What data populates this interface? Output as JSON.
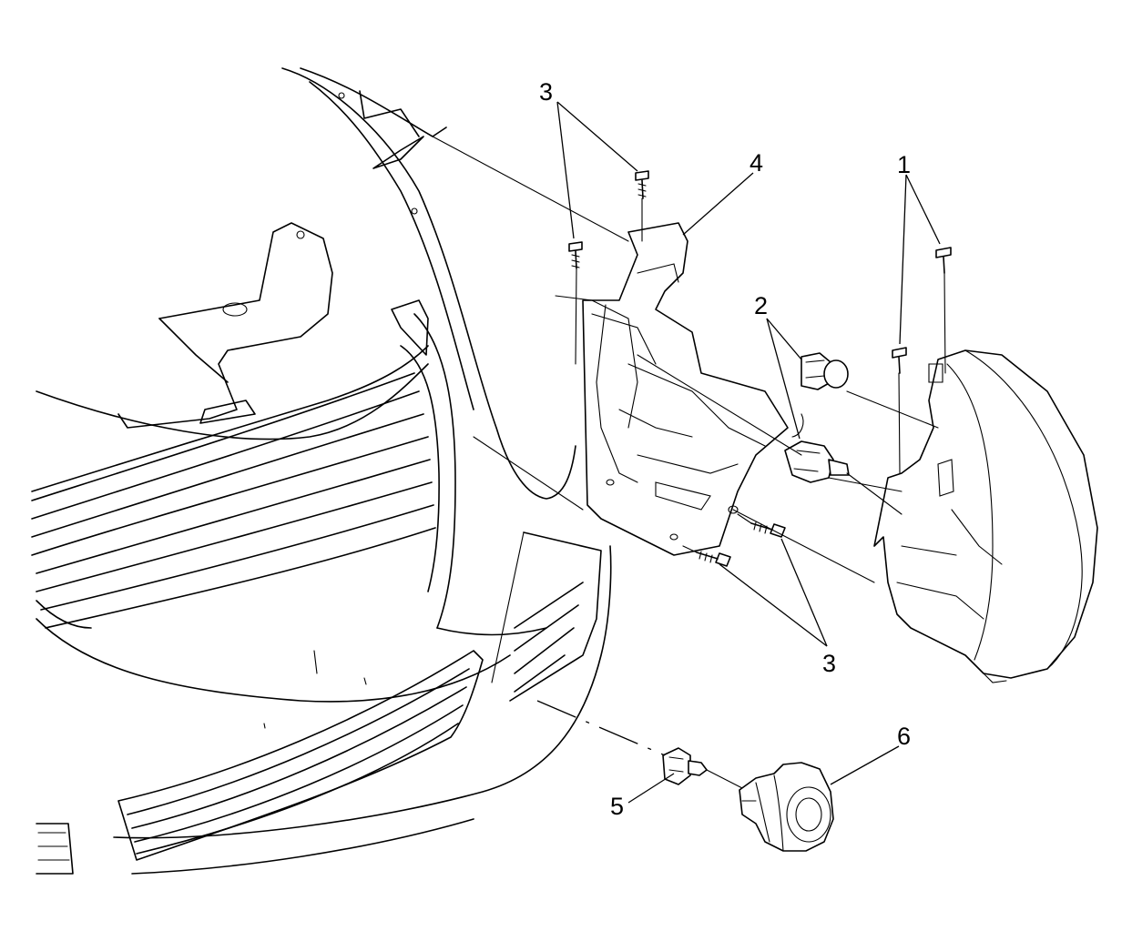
{
  "callouts": [
    {
      "id": "1",
      "label": "1"
    },
    {
      "id": "2",
      "label": "2"
    },
    {
      "id": "3-top",
      "label": "3"
    },
    {
      "id": "4",
      "label": "4"
    },
    {
      "id": "3-bottom",
      "label": "3"
    },
    {
      "id": "5",
      "label": "5"
    },
    {
      "id": "6",
      "label": "6"
    }
  ],
  "parts": {
    "1": "headlamp-mounting-bolts",
    "2": "headlamp-bulbs",
    "3": "bracket-screws",
    "4": "headlamp-bracket",
    "5": "fog-lamp-bulb",
    "6": "fog-lamp-assembly"
  },
  "colors": {
    "line": "#000000",
    "background": "#ffffff"
  }
}
